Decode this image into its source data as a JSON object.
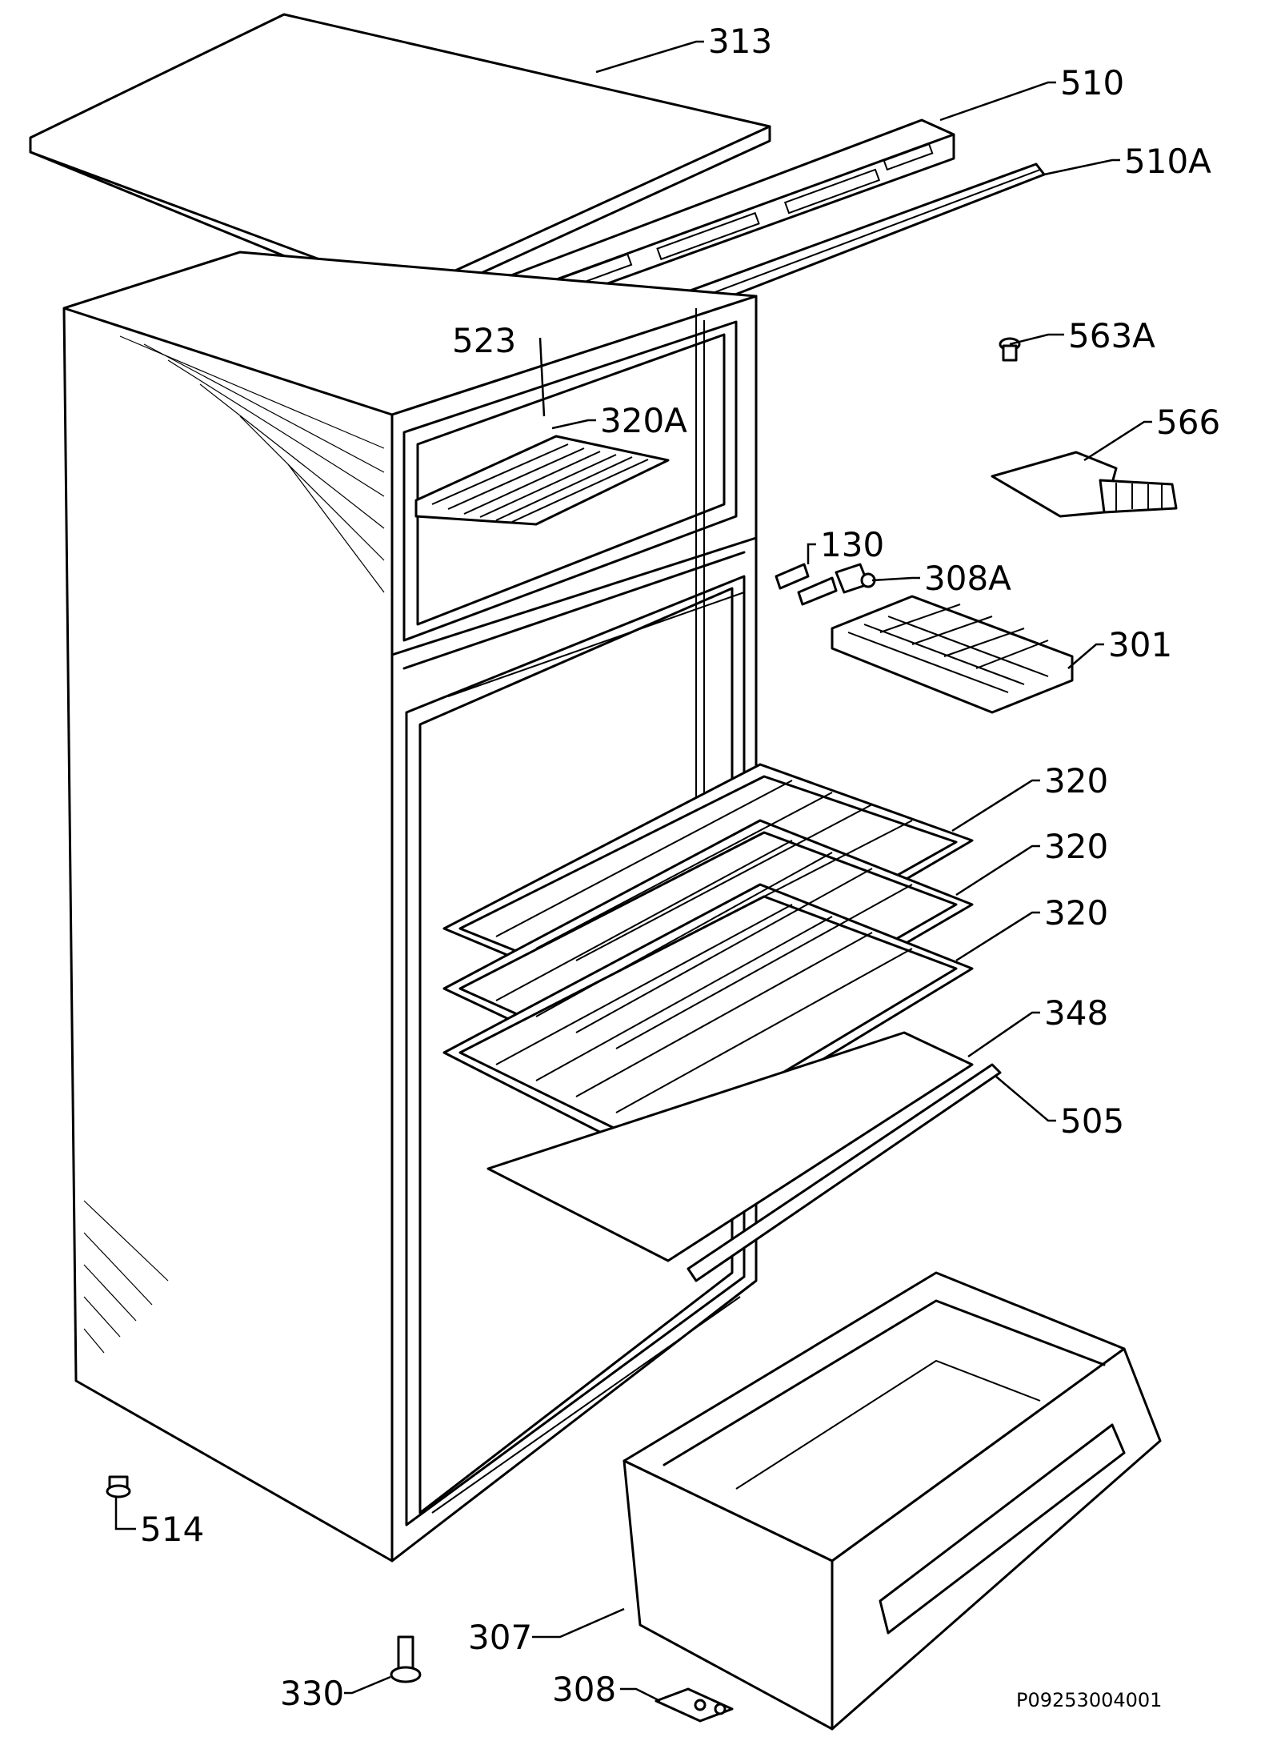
{
  "diagram": {
    "drawing_code": "P09253004001",
    "labels": {
      "p313": "313",
      "p510": "510",
      "p510a": "510A",
      "p523": "523",
      "p320a": "320A",
      "p563a": "563A",
      "p566": "566",
      "p130": "130",
      "p308a": "308A",
      "p301": "301",
      "p320_1": "320",
      "p320_2": "320",
      "p320_3": "320",
      "p348": "348",
      "p505": "505",
      "p514": "514",
      "p307": "307",
      "p330": "330",
      "p308": "308"
    }
  }
}
